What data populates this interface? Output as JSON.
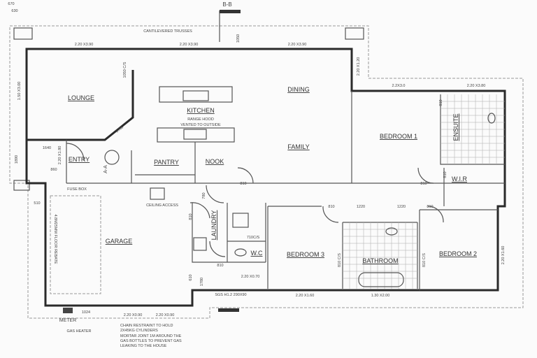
{
  "section_marker": "B-B",
  "top_left_dims": [
    "670",
    "630"
  ],
  "eaves_label": "CANTILEVERED TRUSSES",
  "rooms": {
    "lounge": "LOUNGE",
    "kitchen": "KITCHEN",
    "dining": "DINING",
    "family": "FAMILY",
    "bedroom1": "BEDROOM 1",
    "ensuite": "ENSUITE",
    "wir": "W.I.R",
    "entry": "ENTRY",
    "pantry": "PANTRY",
    "nook": "NOOK",
    "garage": "GARAGE",
    "laundry": "LAUNDRY",
    "wc": "W.C",
    "bedroom3": "BEDROOM 3",
    "bathroom": "BATHROOM",
    "bedroom2": "BEDROOM 2"
  },
  "notes": {
    "range_hood_1": "RANGE HOOD",
    "range_hood_2": "VENTED TO OUTSIDE",
    "fuse_box": "FUSE BOX",
    "ceiling_access": "CEILING ACCESS",
    "floor_rebate": "4.8M25MM FLOOR REBATE",
    "meter": "METER",
    "gas_heater": "GAS HEATER",
    "section_aa": "A-A",
    "sgs": "SGS H1.2 290X90",
    "chain_1": "CHAIN RESTRAINT TO HOLD",
    "chain_2": "2X45KG CYLINDERS",
    "mortar_1": "MORTAR JOINT 1M AROUND THE",
    "mortar_2": "GAS BOTTLES TO PREVENT GAS",
    "mortar_3": "LEAKING TO THE HOUSE"
  },
  "dimensions": {
    "win_top_1": "2.20 X3.90",
    "win_top_2": "2.20 X3.90",
    "win_top_3": "2.20 X3.90",
    "eave_1050": "1050",
    "lounge_wall": "1050 C/S",
    "lounge_win": "1.50 X3.00",
    "diag": "1795",
    "entry_1640": "1640",
    "entry_win": "2.20 X1.80",
    "entry_1890": "1890",
    "entry_860": "860",
    "dining_win": "2.20 X1.20",
    "bed1_win": "2.2X3.0",
    "ensuite_win": "2.20 X3.80",
    "ensuite_door": "810",
    "wir_door": "810",
    "family_door": "810",
    "hall_door_r": "810",
    "garage_door_780": "780",
    "laundry_door": "810",
    "garage_side": "510",
    "wc_door": "710C/S",
    "laundry_ext_door": "810",
    "garage_rear_door": "610",
    "dim_1780": "1780",
    "laundry_win": "2.20 X0.70",
    "meter_1024": "1024",
    "garage_win_1": "2.20 X0.90",
    "garage_win_2": "2.20 X0.90",
    "bed3_door": "810",
    "linen_1": "1220",
    "linen_2": "1220",
    "bed2_door": "810",
    "bed3_robe": "810 C/S",
    "bed2_robe": "810 C/S",
    "bed3_win": "2.20 X1.60",
    "bath_win": "1.30 X2.00",
    "bed2_win": "2.20 X1.60"
  }
}
